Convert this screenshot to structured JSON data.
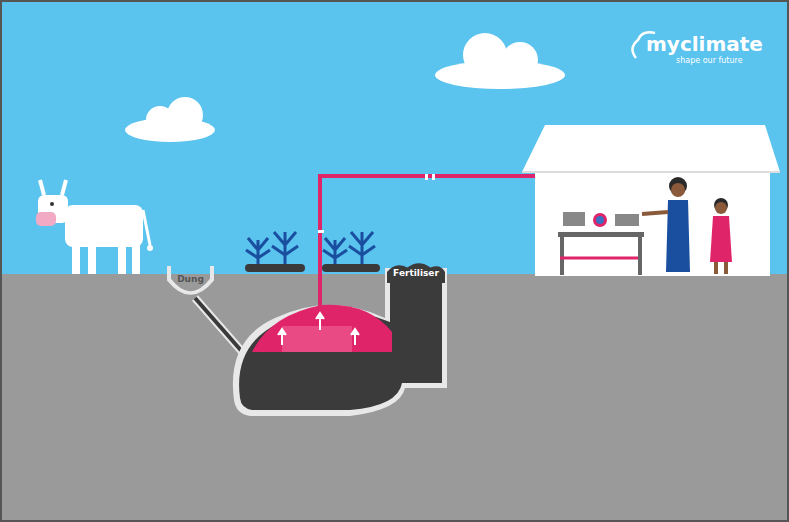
{
  "diagram": {
    "nodes": [
      {
        "text": [
          "Dung"
        ]
      },
      {
        "text": [
          "Fertiliser"
        ]
      }
    ],
    "labels": [
      "myclimate",
      "shape our future"
    ]
  }
}
